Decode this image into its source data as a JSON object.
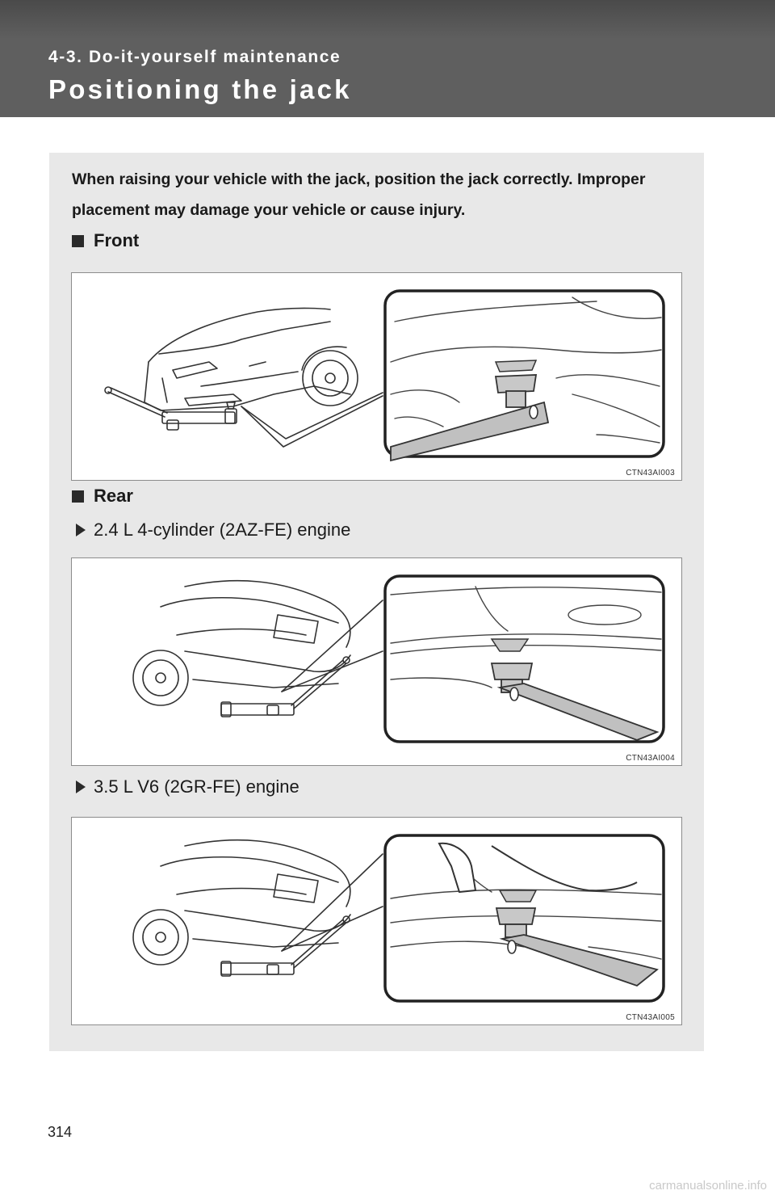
{
  "header": {
    "section": "4-3. Do-it-yourself maintenance",
    "title": "Positioning the jack"
  },
  "intro": "When raising your vehicle with the jack, position the jack correctly. Improper placement may damage your vehicle or cause injury.",
  "sections": [
    {
      "heading": "Front",
      "figure_code": "CTN43AI003"
    },
    {
      "heading": "Rear",
      "variants": [
        {
          "label": "2.4 L 4-cylinder (2AZ-FE) engine",
          "figure_code": "CTN43AI004"
        },
        {
          "label": "3.5 L V6 (2GR-FE) engine",
          "figure_code": "CTN43AI005"
        }
      ]
    }
  ],
  "page_number": "314",
  "watermark": "carmanualsonline.info"
}
